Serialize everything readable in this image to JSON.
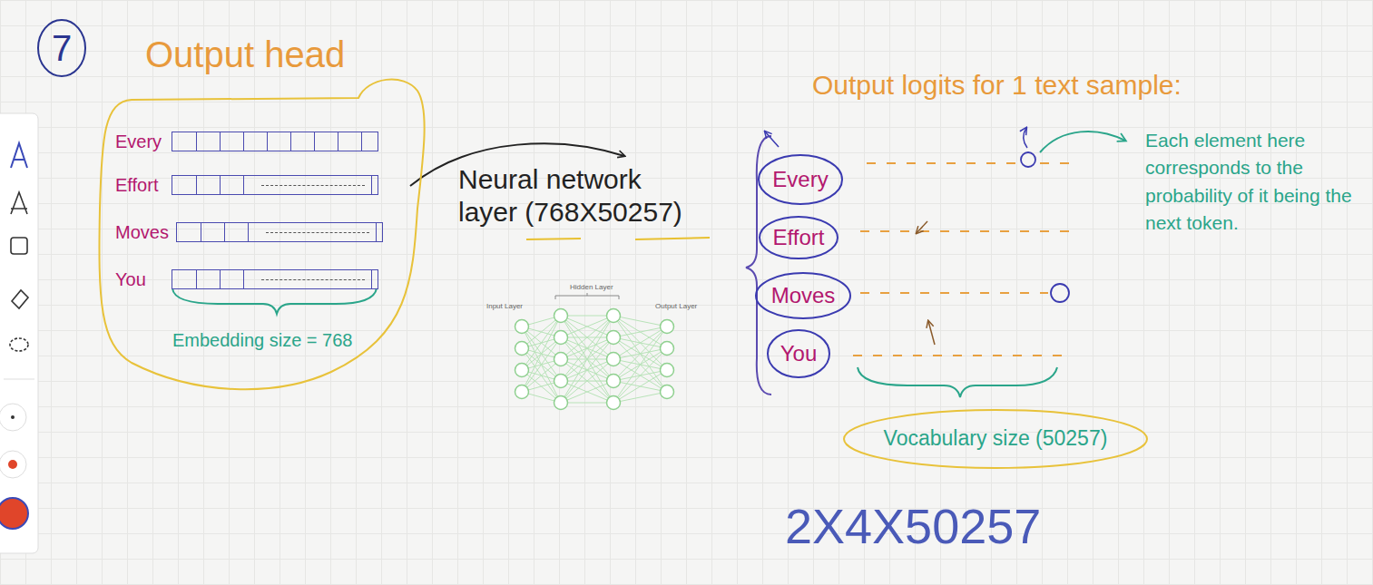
{
  "diagram": {
    "title": "Output head",
    "nodes": [
      {
        "text": [
          "7"
        ]
      },
      {
        "text": [
          "Embedding size = 768"
        ]
      },
      {
        "text": [
          "Every"
        ],
        "in": 1
      },
      {
        "text": [
          "Effort"
        ],
        "in": 1
      },
      {
        "text": [
          "Moves"
        ],
        "in": 1
      },
      {
        "text": [
          "You"
        ],
        "in": 1
      },
      {
        "text": [
          "Every"
        ]
      },
      {
        "text": [
          "Effort"
        ]
      },
      {
        "text": [
          "Moves"
        ]
      },
      {
        "text": [
          "You"
        ]
      },
      {
        "text": [
          "Vocabulary size (50257)"
        ]
      }
    ],
    "labels": [
      "Neural network layer (768X50257)",
      "Input Layer",
      "Hidden Layer",
      "Output Layer",
      "Output logits for 1 text sample:",
      "Each element here corresponds to the probability of it being the next token.",
      "2X4X50257"
    ]
  }
}
